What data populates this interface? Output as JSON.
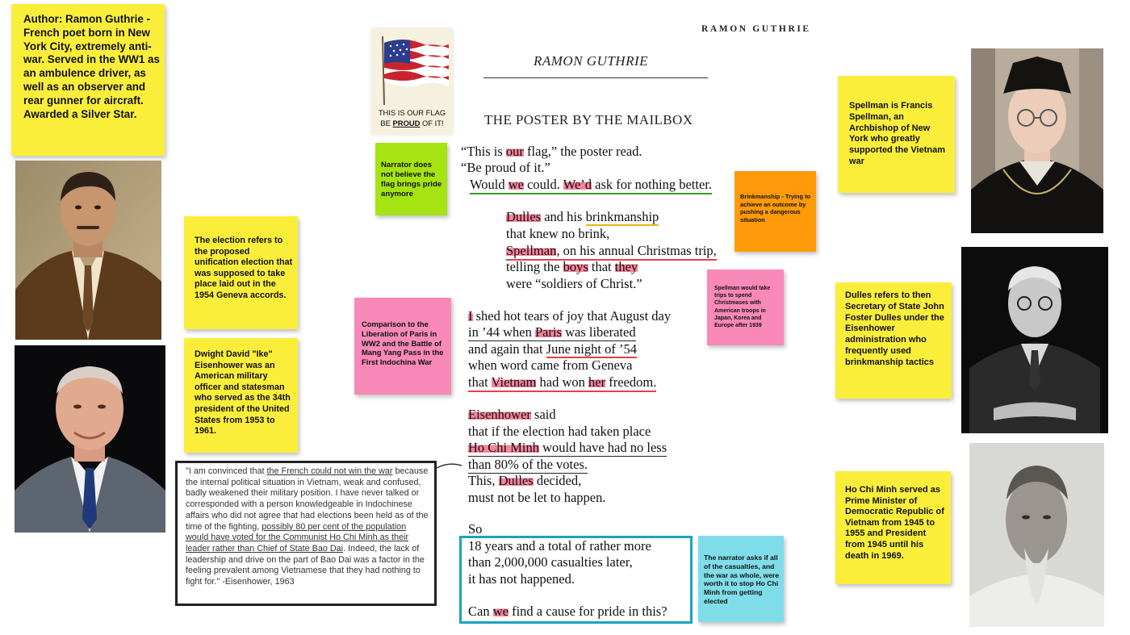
{
  "header": {
    "top_name": "RAMON GUTHRIE",
    "title_name": "RAMON GUTHRIE",
    "poem_title": "THE POSTER BY THE MAILBOX"
  },
  "flag": {
    "line1": "THIS IS OUR FLAG",
    "be": "BE",
    "proud": "PROUD",
    "rest": "OF IT!"
  },
  "notes": {
    "author": "Author: Ramon Guthrie - French poet born in New York City, extremely anti-war. Served in the WW1 as an ambulence driver, as well as an observer and rear gunner for aircraft.  Awarded a Silver Star.",
    "narrator": "Narrator does not believe the flag brings pride anymore",
    "brinkmanship": "Brinkmanship - Trying to achieve an outcome by pushing a dangerous situation",
    "election": "The election refers to the proposed unification election that was supposed to take place laid out in the 1954 Geneva accords.",
    "eisenhower": "Dwight David \"Ike\" Eisenhower was an American military officer and statesman who served as the 34th president of the United States from 1953 to 1961.",
    "comparison": "Comparison to the Liberation of Paris in WW2 and the Battle of Mang Yang Pass in the First Indochina War",
    "spellman_trips": "Spellman would take trips to spend Christmases with American troops in Japan, Korea and Europe after 1939",
    "spellman": "Spellman is Francis Spellman, an Archbishop of New York who greatly supported the Vietnam war",
    "dulles": "Dulles refers to then Secretary of State John Foster Dulles under the Eisenhower administration who frequently used brinkmanship tactics",
    "hochiminh": "Ho Chi Minh served as Prime Minister of Democratic Republic of Vietnam from 1945 to 1955 and President from 1945 until his death in 1969.",
    "narrator_asks": "The narrator asks if all of the casualties, and the war as whole, were worth it to stop Ho Chi Minh from getting elected"
  },
  "quote": {
    "p1": "\"I am convinced that ",
    "u1": "the French could not win the war",
    "p2": " because the internal political situation in Vietnam, weak and confused, badly weakened their military position. I have never talked or corresponded with a person knowledgeable in Indochinese affairs who did not agree that had elections been held as of the time of the fighting, ",
    "u2": "possibly 80 per cent of the population would have voted for the Communist Ho Chi Minh as their leader rather than Chief of State Bao Dai",
    "p3": ". Indeed, the lack of leadership and drive on the part of Bao Dai was a factor in the feeling prevalent among Vietnamese that they had nothing to fight for.\" -Eisenhower, 1963"
  },
  "poem": {
    "s1": {
      "l1a": "“This is ",
      "l1b": "our",
      "l1c": " flag,” the poster read.",
      "l2": "“Be proud of it.”",
      "l3a": "Would ",
      "l3b": "we",
      "l3c": " could. ",
      "l3d": "We’d",
      "l3e": " ask for nothing better."
    },
    "s2": {
      "l1a": "Dulles",
      "l1b": " and his ",
      "l1c": "brinkmanship",
      "l2": "that knew no brink,",
      "l3a": "Spellman",
      "l3b": ", on his annual Christmas trip,",
      "l4a": "telling the ",
      "l4b": "boys",
      "l4c": " that ",
      "l4d": "they",
      "l5": "were “soldiers of Christ.”"
    },
    "s3": {
      "l1a": "I",
      "l1b": " shed hot tears of joy that August day",
      "l2a": "in ’44 when ",
      "l2b": "Paris",
      "l2c": " was liberated",
      "l3a": "and again that ",
      "l3b": "June night of ’54",
      "l4": "when word came from Geneva",
      "l5a": "that ",
      "l5b": "Vietnam",
      "l5c": " had won ",
      "l5d": "her",
      "l5e": " freedom."
    },
    "s4": {
      "l1a": "Eisenhower",
      "l1b": " said",
      "l2": "that if the election had taken place",
      "l3a": "Ho Chi Minh",
      "l3b": " would have had no less",
      "l4": "than 80% of the votes.",
      "l5a": "This, ",
      "l5b": "Dulles",
      "l5c": " decided,",
      "l6": "must not be let to happen."
    },
    "s5": {
      "l1": "So",
      "l2": "18 years and a total of rather more",
      "l3": "than 2,000,000 casualties later,",
      "l4": "it has not happened.",
      "l5a": "Can ",
      "l5b": "we",
      "l5c": " find a cause for pride in this?"
    }
  }
}
